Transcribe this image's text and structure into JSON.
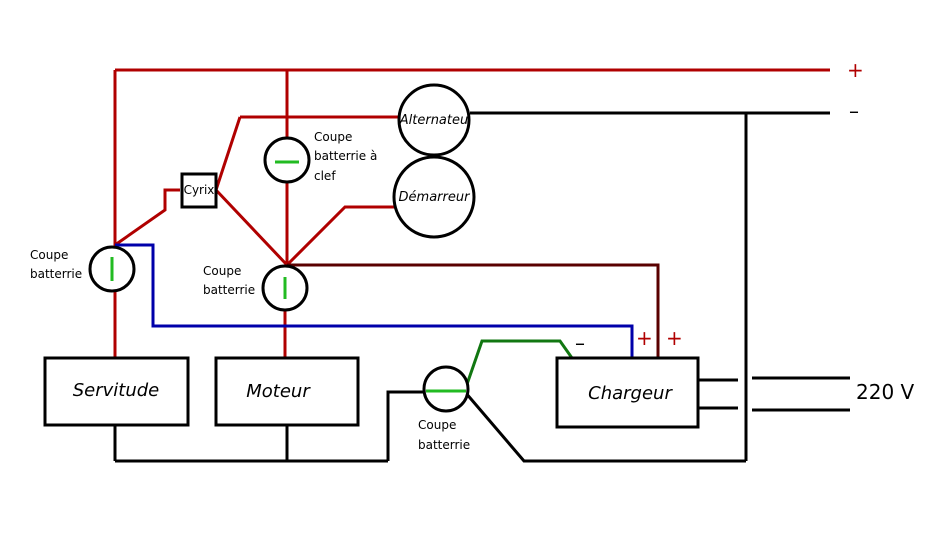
{
  "colors": {
    "positive": "#b00000",
    "negative": "#000000",
    "blue": "#0000aa",
    "brown": "#5a0000",
    "switch_green": "#22bb22",
    "switched_green": "#117711"
  },
  "boxes": {
    "servitude": "Servitude",
    "moteur": "Moteur",
    "chargeur": "Chargeur"
  },
  "components": {
    "alternateur": "Alternateu",
    "demarreur": "Démarreur",
    "cyrix": "Cyrix"
  },
  "switches": {
    "key_switch": [
      "Coupe",
      "batterrie à",
      "clef"
    ],
    "left_switch": [
      "Coupe",
      "batterrie"
    ],
    "center_switch": [
      "Coupe",
      "batterrie"
    ],
    "bottom_switch": [
      "Coupe",
      "batterrie"
    ]
  },
  "signs": {
    "top_plus": "+",
    "top_minus": "–",
    "charger_minus": "–",
    "charger_plus_1": "+",
    "charger_plus_2": "+"
  },
  "mains": "220 V"
}
